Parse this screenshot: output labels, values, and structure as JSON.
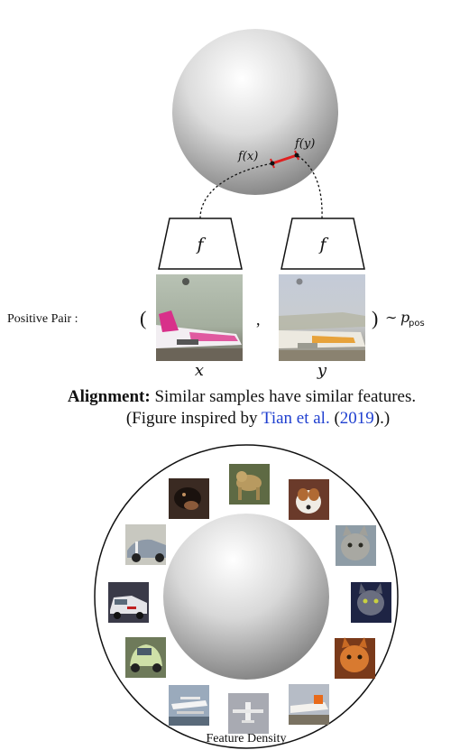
{
  "top": {
    "fx_label": "f(x)",
    "fy_label": "f(y)",
    "encoder_left": "f",
    "encoder_right": "f",
    "positive_pair_label": "Positive Pair :",
    "paren_open": "(",
    "comma": ",",
    "paren_close": ")",
    "sim": "∼",
    "p": "p",
    "p_sub": "pos",
    "x_label": "x",
    "y_label": "y"
  },
  "caption": {
    "bold": "Alignment:",
    "text": " Similar samples have similar features.",
    "line2_prefix": "(Figure inspired by ",
    "cite_name": "Tian et al.",
    "cite_open": " (",
    "cite_year": "2019",
    "cite_close": ").)"
  },
  "bottom": {
    "feature_density_label": "Feature Density",
    "thumbnails": [
      {
        "name": "thumb-dog-black"
      },
      {
        "name": "thumb-dog-terrier"
      },
      {
        "name": "thumb-dog-jackrussell"
      },
      {
        "name": "thumb-car-cobra"
      },
      {
        "name": "thumb-cat-grey"
      },
      {
        "name": "thumb-car-white"
      },
      {
        "name": "thumb-cat-dark"
      },
      {
        "name": "thumb-car-smart"
      },
      {
        "name": "thumb-cat-orange"
      },
      {
        "name": "thumb-plane-seaplane"
      },
      {
        "name": "thumb-plane-airliner"
      },
      {
        "name": "thumb-plane-easyjet"
      }
    ]
  },
  "colors": {
    "alignment_segment": "#e02020",
    "citation_link": "#2040d0"
  }
}
